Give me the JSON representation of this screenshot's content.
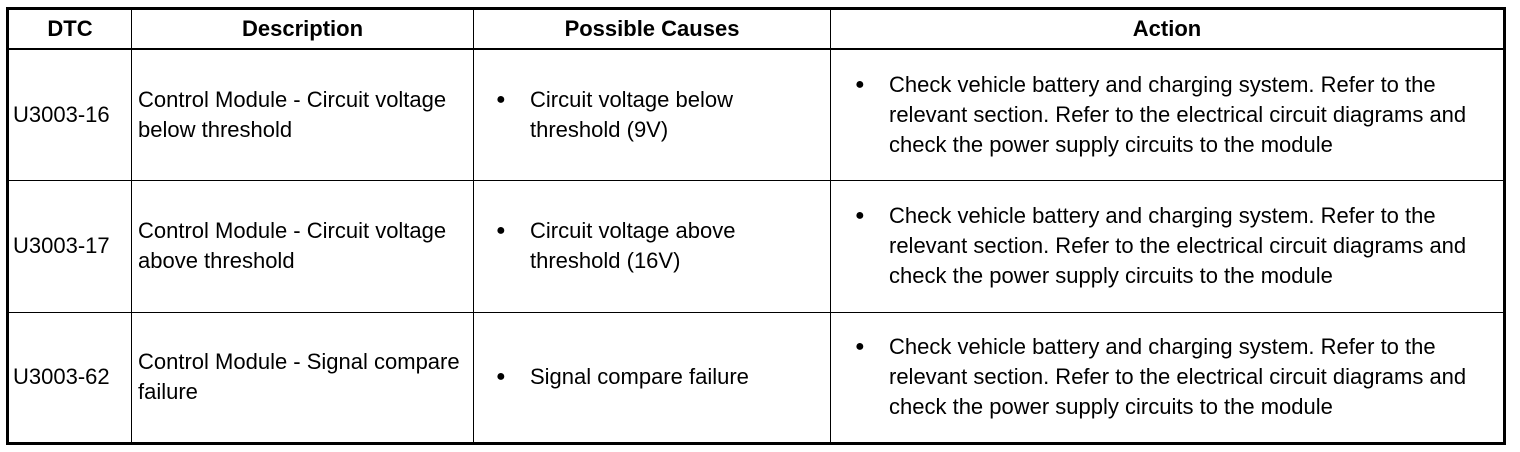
{
  "table": {
    "headers": {
      "dtc": "DTC",
      "description": "Description",
      "causes": "Possible Causes",
      "action": "Action"
    },
    "rows": [
      {
        "dtc": "U3003-16",
        "description": "Control Module - Circuit voltage below threshold",
        "cause": "Circuit voltage below threshold (9V)",
        "action": "Check vehicle battery and charging system. Refer to the relevant section. Refer to the electrical circuit diagrams and check the power supply circuits to the module"
      },
      {
        "dtc": "U3003-17",
        "description": "Control Module - Circuit voltage above threshold",
        "cause": "Circuit voltage above threshold (16V)",
        "action": "Check vehicle battery and charging system. Refer to the relevant section. Refer to the electrical circuit diagrams and check the power supply circuits to the module"
      },
      {
        "dtc": "U3003-62",
        "description": "Control Module - Signal compare failure",
        "cause": "Signal compare failure",
        "action": "Check vehicle battery and charging system. Refer to the relevant section. Refer to the electrical circuit diagrams and check the power supply circuits to the module"
      }
    ]
  },
  "icons": {
    "bullet": "bullet-icon"
  }
}
